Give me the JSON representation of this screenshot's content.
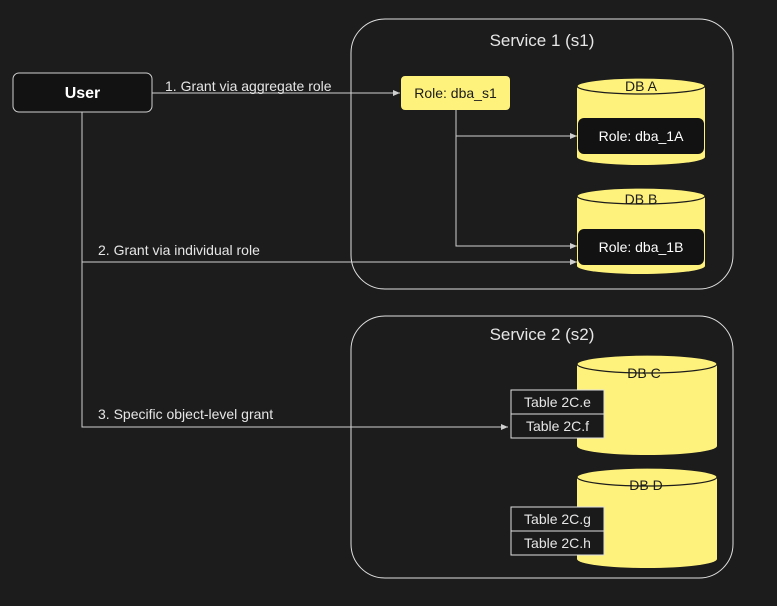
{
  "colors": {
    "background": "#1c1c1c",
    "accent_yellow": "#fef17c",
    "border": "#e0e0e0",
    "dark_box": "#121212"
  },
  "user": {
    "label": "User"
  },
  "services": [
    {
      "title": "Service 1 (s1)"
    },
    {
      "title": "Service 2 (s2)"
    }
  ],
  "aggregate_role": {
    "label": "Role: dba_s1"
  },
  "databases": [
    {
      "name": "DB A",
      "role": "Role: dba_1A"
    },
    {
      "name": "DB B",
      "role": "Role: dba_1B"
    },
    {
      "name": "DB C",
      "tables": [
        "Table 2C.e",
        "Table 2C.f"
      ]
    },
    {
      "name": "DB D",
      "tables": [
        "Table 2C.g",
        "Table 2C.h"
      ]
    }
  ],
  "grants": [
    {
      "label": "1.  Grant via aggregate role"
    },
    {
      "label": "2.  Grant via individual role"
    },
    {
      "label": "3.  Specific object-level grant"
    }
  ]
}
